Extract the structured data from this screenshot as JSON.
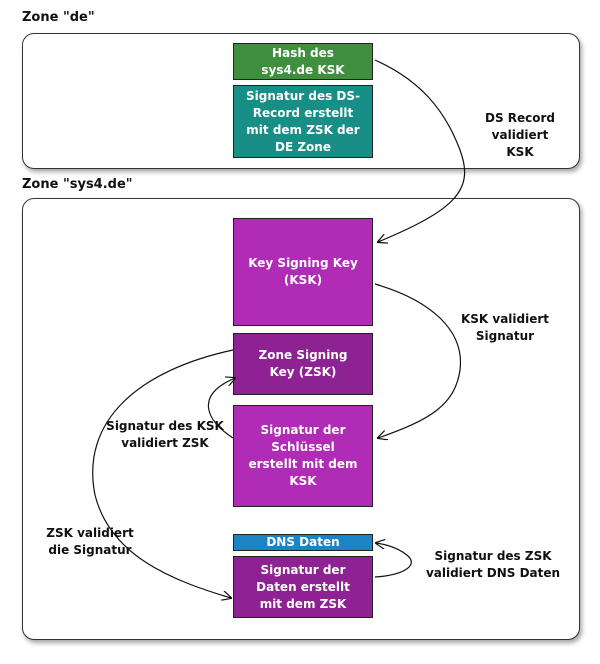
{
  "zones": {
    "de": {
      "label": "Zone \"de\""
    },
    "sys4": {
      "label": "Zone \"sys4.de\""
    }
  },
  "boxes": {
    "hash_ksk": "Hash des\nsys4.de KSK",
    "ds_signature": "Signatur des DS-\nRecord erstellt\nmit dem ZSK der\nDE Zone",
    "ksk": "Key Signing Key\n(KSK)",
    "zsk": "Zone Signing\nKey (ZSK)",
    "key_signature": "Signatur der\nSchlüssel\nerstellt mit dem\nKSK",
    "dns_data": "DNS Daten",
    "data_signature": "Signatur der\nDaten erstellt\nmit dem ZSK"
  },
  "annotations": {
    "ds_record_validates": "DS Record\nvalidiert\nKSK",
    "ksk_validates": "KSK validiert\nSignatur",
    "ksk_signature_validates_zsk": "Signatur des KSK\nvalidiert ZSK",
    "zsk_validates": "ZSK validiert\ndie Signatur",
    "zsk_signature_validates_data": "Signatur des ZSK\nvalidiert DNS Daten"
  },
  "colors": {
    "green": "#3f8f3e",
    "teal": "#178f86",
    "magenta": "#b02bb6",
    "purple": "#8e2292",
    "blue": "#1a85c4"
  }
}
